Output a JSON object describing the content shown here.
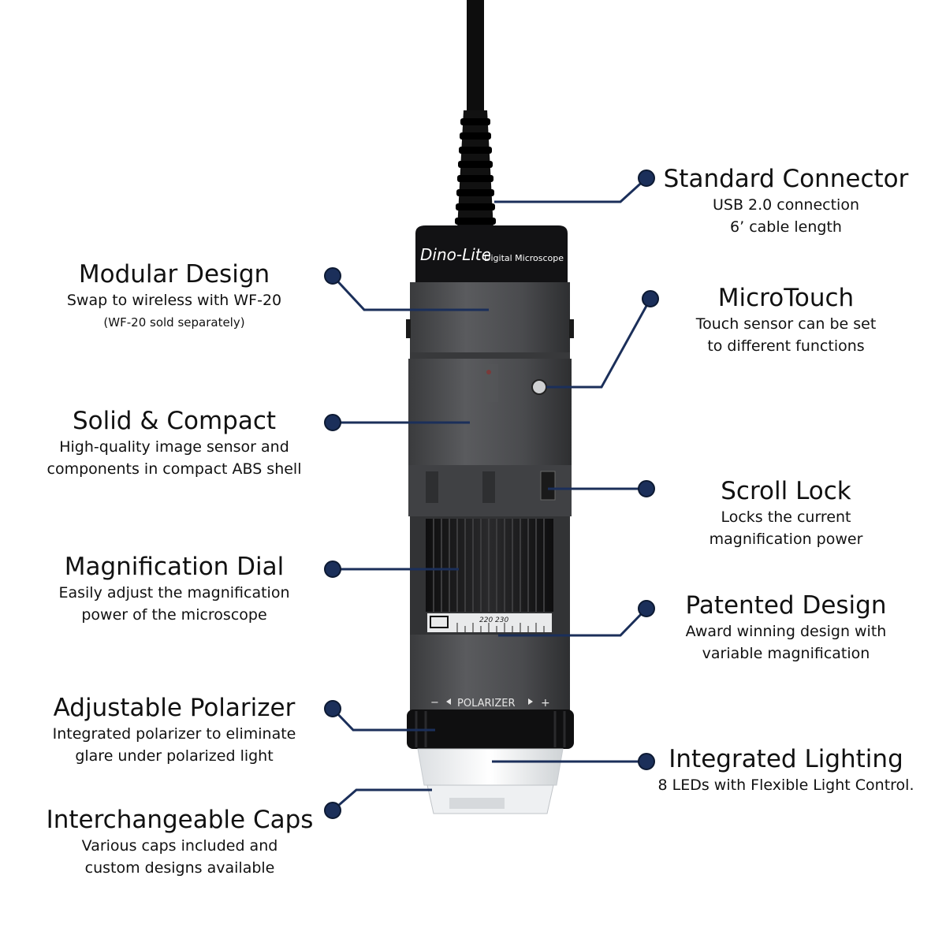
{
  "device": {
    "brand": "Dino-Lite",
    "model_text": "Digital Microscope",
    "polarizer_text": "POLARIZER",
    "polarizer_minus": "−",
    "polarizer_plus": "+",
    "dial_scale": "220  230"
  },
  "colors": {
    "accent": "#1b2f5a",
    "body": "#4b4c4e",
    "body_dark": "#1b1c1e",
    "cable": "#0d0d0d"
  },
  "features": {
    "standard_connector": {
      "title": "Standard Connector",
      "lines": [
        "USB 2.0 connection",
        "6’ cable length"
      ]
    },
    "modular_design": {
      "title": "Modular Design",
      "lines": [
        "Swap to wireless with WF-20",
        "(WF-20 sold separately)"
      ]
    },
    "microtouch": {
      "title": "MicroTouch",
      "lines": [
        "Touch sensor can be set",
        "to different functions"
      ]
    },
    "solid_compact": {
      "title": "Solid & Compact",
      "lines": [
        "High-quality image sensor and",
        "components in compact ABS shell"
      ]
    },
    "scroll_lock": {
      "title": "Scroll Lock",
      "lines": [
        "Locks the current",
        "magnification power"
      ]
    },
    "magnification_dial": {
      "title": "Magnification Dial",
      "lines": [
        "Easily adjust the magnification",
        "power of the microscope"
      ]
    },
    "patented_design": {
      "title": "Patented Design",
      "lines": [
        "Award winning design with",
        "variable magnification"
      ]
    },
    "adjustable_polarizer": {
      "title": "Adjustable Polarizer",
      "lines": [
        "Integrated polarizer to eliminate",
        "glare under polarized light"
      ]
    },
    "integrated_lighting": {
      "title": "Integrated Lighting",
      "lines": [
        "8 LEDs with Flexible Light Control."
      ]
    },
    "interchangeable_caps": {
      "title": "Interchangeable Caps",
      "lines": [
        "Various caps included and",
        "custom designs available"
      ]
    }
  }
}
